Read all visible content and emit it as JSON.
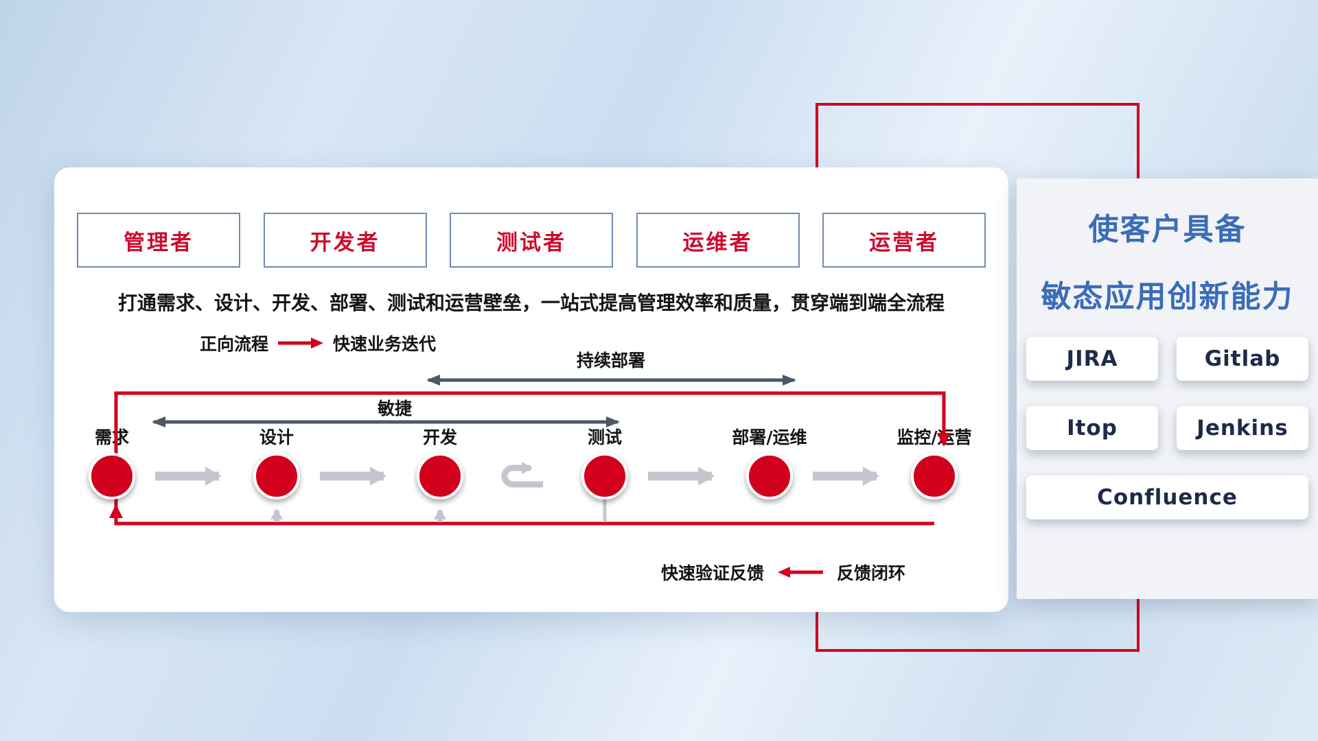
{
  "roles": [
    "管理者",
    "开发者",
    "测试者",
    "运维者",
    "运营者"
  ],
  "description": "打通需求、设计、开发、部署、测试和运营壁垒，一站式提高管理效率和质量，贯穿端到端全流程",
  "legend_forward": {
    "label": "正向流程",
    "value": "快速业务迭代"
  },
  "flow": {
    "continuous_deployment": "持续部署",
    "agile": "敏捷",
    "stages": [
      "需求",
      "设计",
      "开发",
      "测试",
      "部署/运维",
      "监控/运营"
    ]
  },
  "legend_feedback": {
    "label": "快速验证反馈",
    "value": "反馈闭环"
  },
  "right_panel": {
    "title_line1": "使客户具备",
    "title_line2": "敏态应用创新能力",
    "tools": [
      "JIRA",
      "Gitlab",
      "Itop",
      "Jenkins",
      "Confluence"
    ]
  },
  "colors": {
    "accent_red": "#d2001e",
    "dark_arrow": "#4d5866",
    "light_arrow": "#c3c7cd",
    "panel_title_blue": "#3a6cb8",
    "tool_text_navy": "#1e2a4a",
    "role_text_red": "#cf0a2c"
  }
}
